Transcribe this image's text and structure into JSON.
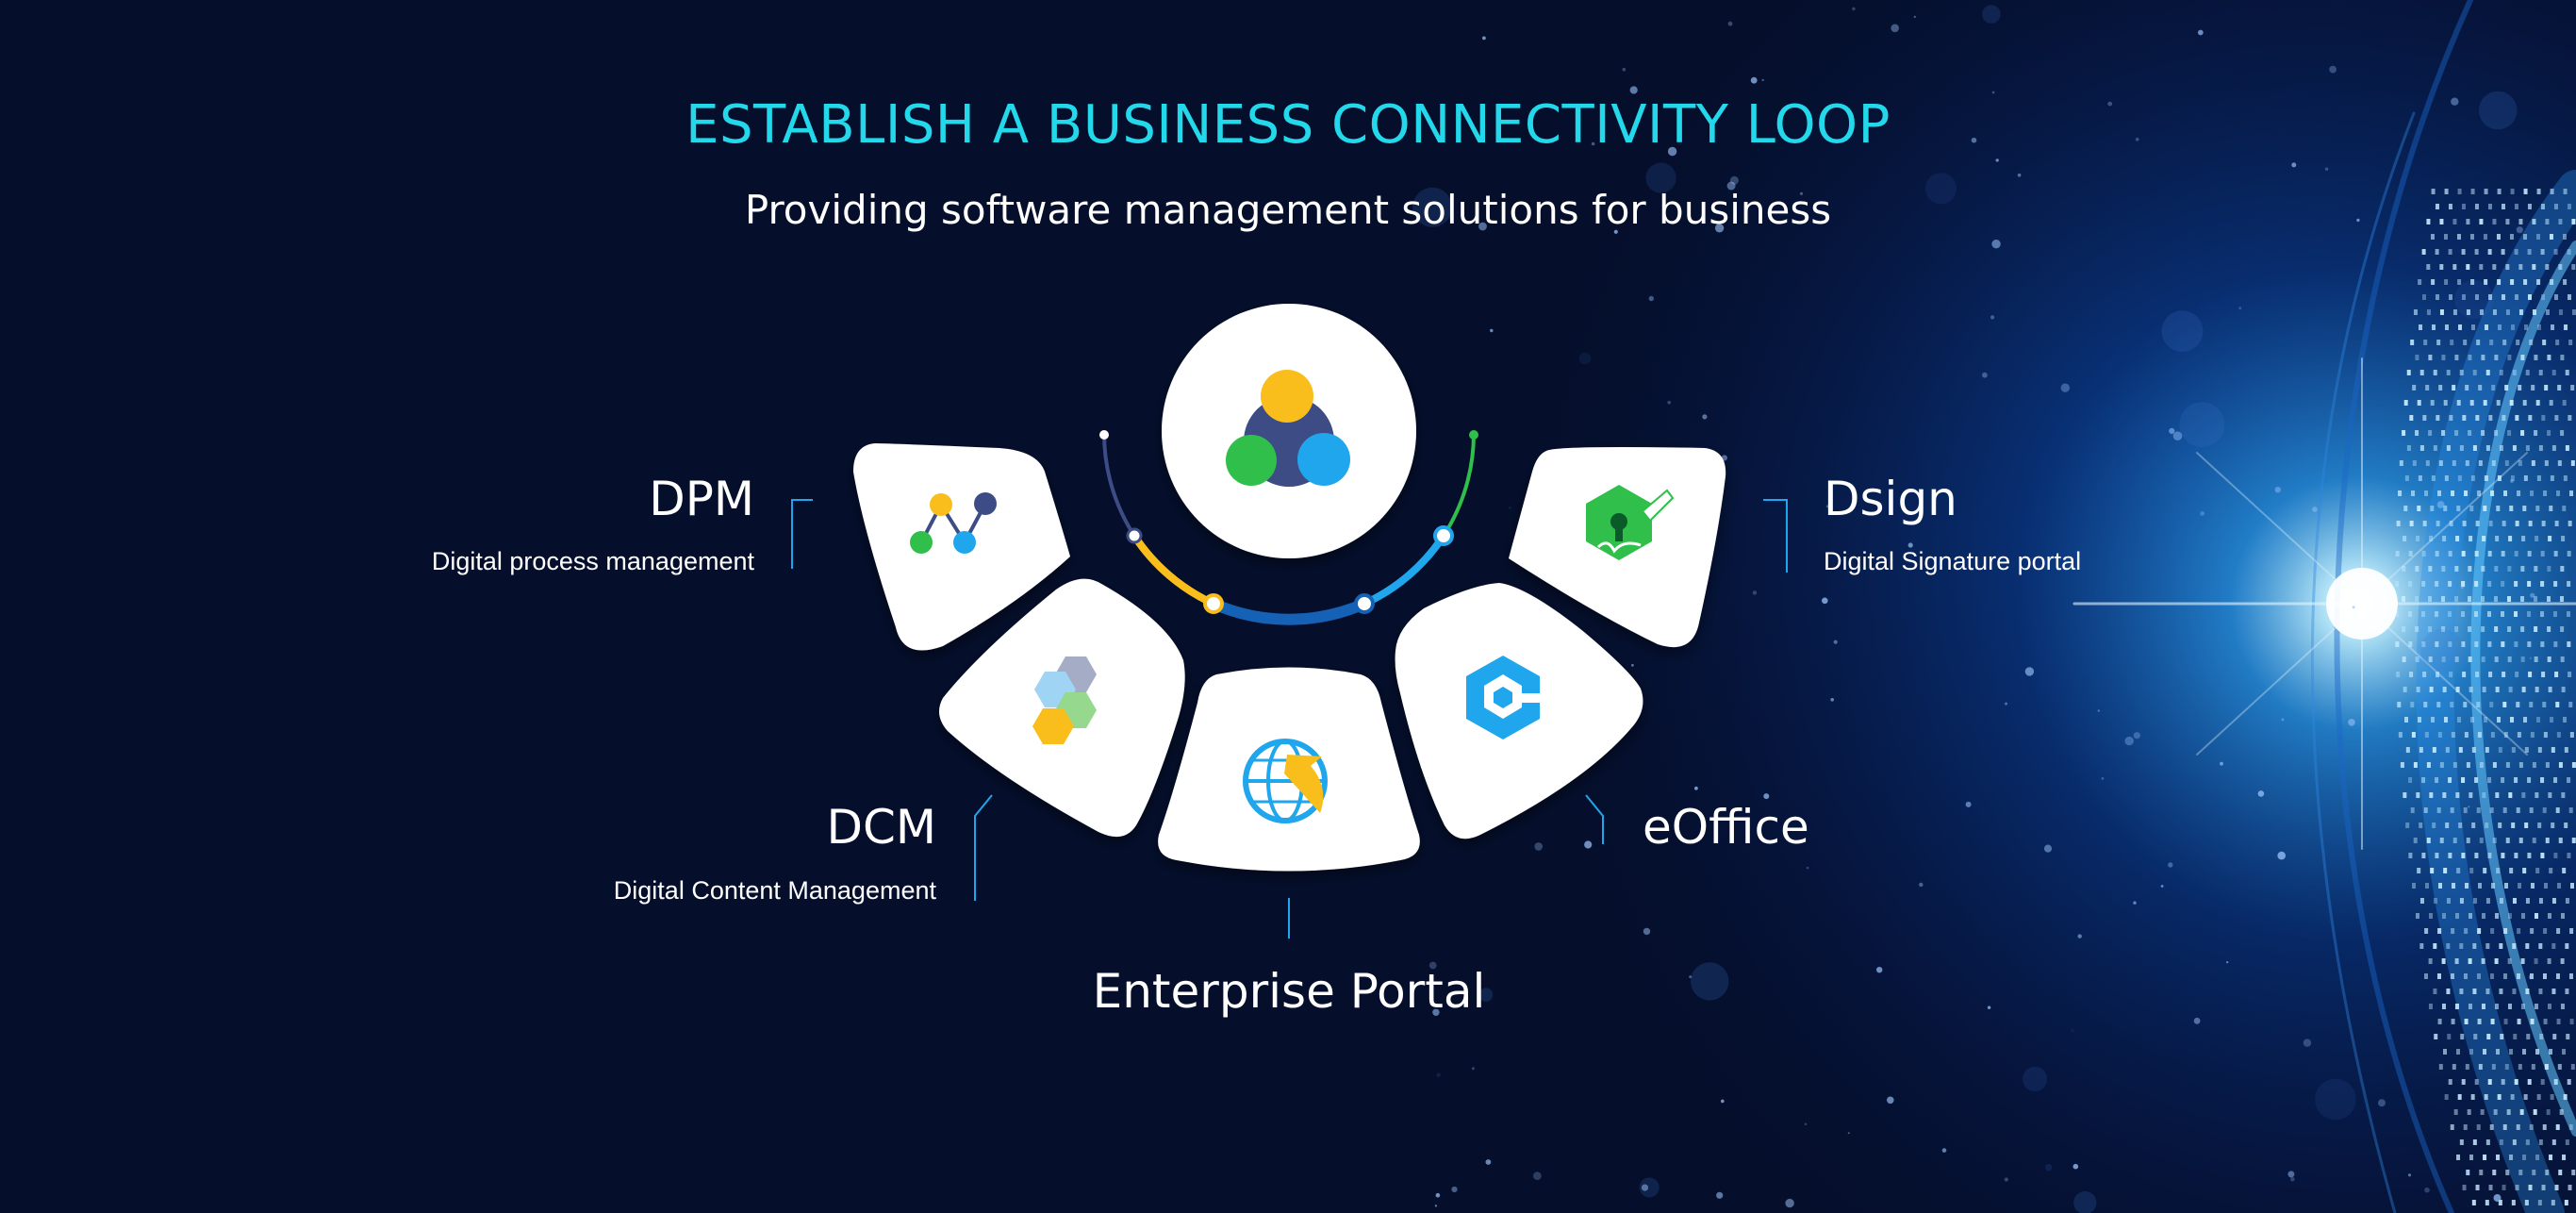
{
  "header": {
    "headline": "ESTABLISH A BUSINESS CONNECTIVITY LOOP",
    "subheadline": "Providing software management solutions for business"
  },
  "modules": {
    "dpm": {
      "title": "DPM",
      "description": "Digital process management",
      "icon": "line-chart-nodes-icon"
    },
    "dsign": {
      "title": "Dsign",
      "description": "Digital Signature portal",
      "icon": "signature-hexagon-icon"
    },
    "dcm": {
      "title": "DCM",
      "description": "Digital Content Management",
      "icon": "hexagon-cluster-icon"
    },
    "eoffice": {
      "title": "eOffice",
      "icon": "e-cube-icon"
    },
    "portal": {
      "title": "Enterprise Portal",
      "icon": "globe-arrow-icon"
    },
    "core": {
      "icon": "three-circles-logo-icon"
    }
  },
  "colors": {
    "background": "#050f2c",
    "headline": "#22d8ea",
    "accent_yellow": "#f9be1b",
    "accent_blue": "#1fa6ec",
    "accent_green": "#2fbf4a",
    "accent_navy": "#3e4c86",
    "card": "#ffffff"
  }
}
